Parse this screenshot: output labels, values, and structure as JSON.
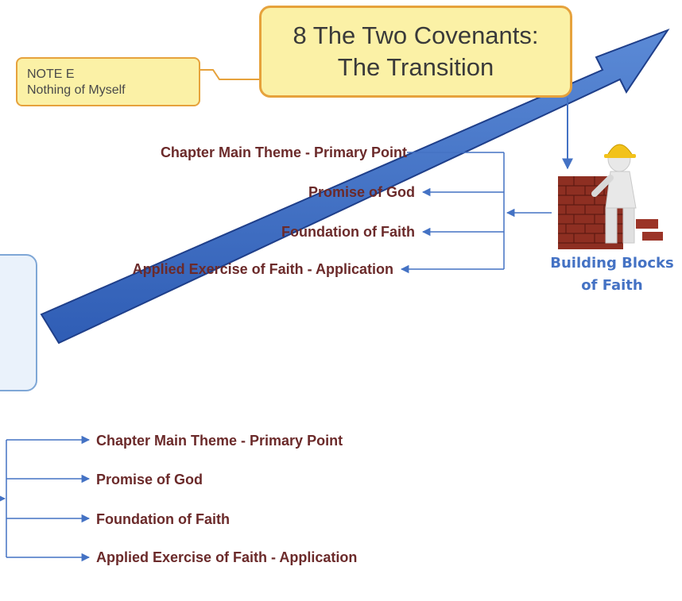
{
  "title": {
    "line1": "8 The Two Covenants:",
    "line2": "The Transition"
  },
  "note": {
    "line1": "NOTE E",
    "line2": "Nothing of Myself"
  },
  "upper_items": [
    "Chapter Main Theme - Primary Point",
    "Promise of God",
    "Foundation of Faith",
    "Applied Exercise of Faith - Application"
  ],
  "lower_items": [
    "Chapter Main Theme - Primary Point",
    "Promise of God",
    "Foundation of Faith",
    "Applied Exercise of Faith - Application"
  ],
  "building_blocks": {
    "line1": "Building Blocks",
    "line2": "of Faith"
  },
  "colors": {
    "arrow": "#4472c4",
    "connector": "#4472c4",
    "title_fill": "#fbf1a6",
    "title_border": "#e6a23c",
    "label_text": "#6b2a2a",
    "building_blocks_text": "#4472c4"
  }
}
